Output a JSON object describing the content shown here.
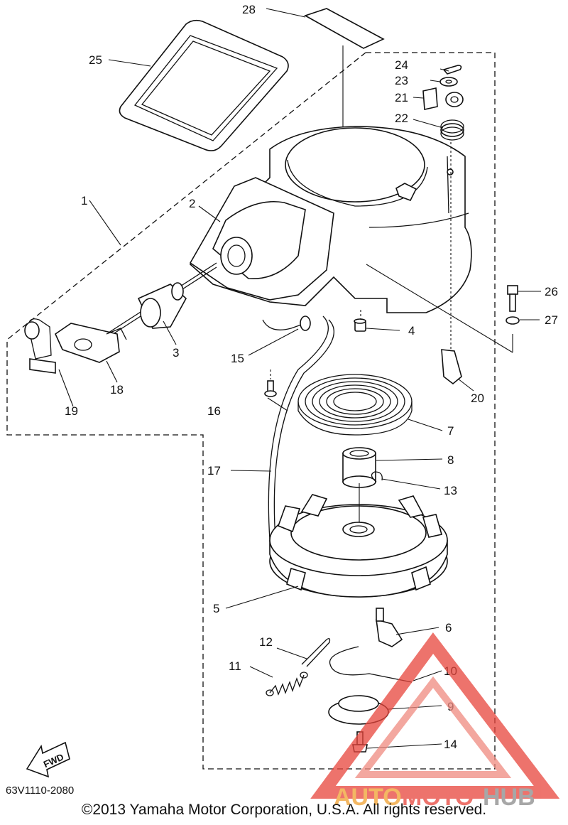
{
  "callouts": {
    "c1": "1",
    "c2": "2",
    "c3": "3",
    "c4": "4",
    "c5": "5",
    "c6": "6",
    "c7": "7",
    "c8": "8",
    "c9": "9",
    "c10": "10",
    "c11": "11",
    "c12": "12",
    "c13": "13",
    "c14": "14",
    "c15": "15",
    "c16": "16",
    "c17": "17",
    "c18": "18",
    "c19": "19",
    "c20": "20",
    "c21": "21",
    "c22": "22",
    "c23": "23",
    "c24": "24",
    "c25": "25",
    "c26": "26",
    "c27": "27",
    "c28": "28"
  },
  "fwd_label": "FWD",
  "diagram_code": "63V1110-2080",
  "copyright": "©2013 Yamaha Motor Corporation, U.S.A. All rights reserved.",
  "watermark": {
    "part1": "AUTO",
    "part2": "MOTO",
    "part3": "HUB",
    "color_orange": "#f0a030",
    "color_red": "#e8453c",
    "color_gray": "#8a8a8a"
  }
}
